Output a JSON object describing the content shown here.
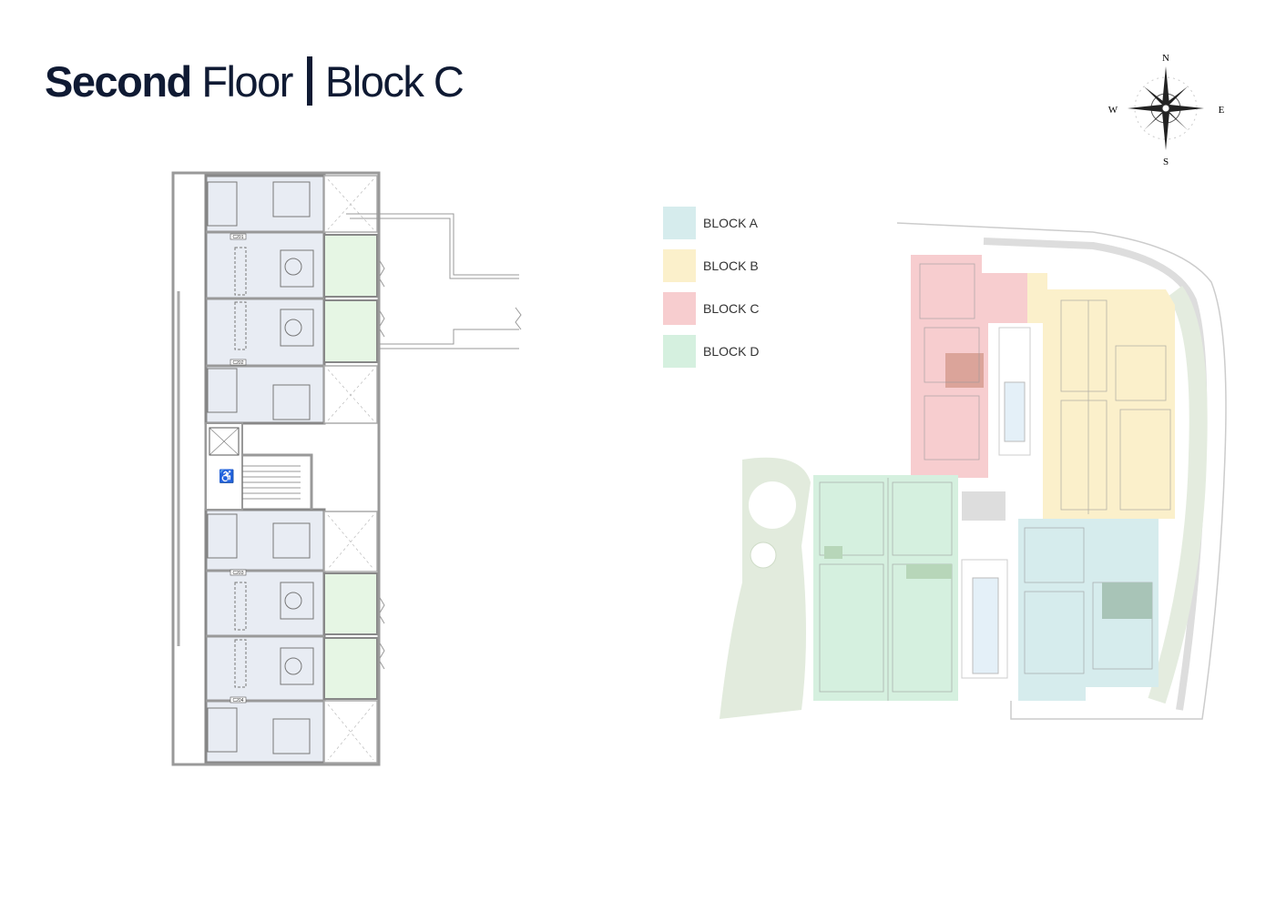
{
  "header": {
    "title_bold": "Second",
    "title_regular": "Floor",
    "title_block": "Block C"
  },
  "compass": {
    "n": "N",
    "s": "S",
    "e": "E",
    "w": "W"
  },
  "floor_plan": {
    "units": [
      "C201",
      "C202",
      "C203",
      "C204"
    ]
  },
  "legend": [
    {
      "label": "BLOCK A",
      "color": "#d6eced"
    },
    {
      "label": "BLOCK B",
      "color": "#fbf0cb"
    },
    {
      "label": "BLOCK C",
      "color": "#f7cdcf"
    },
    {
      "label": "BLOCK D",
      "color": "#d5f0df"
    }
  ]
}
